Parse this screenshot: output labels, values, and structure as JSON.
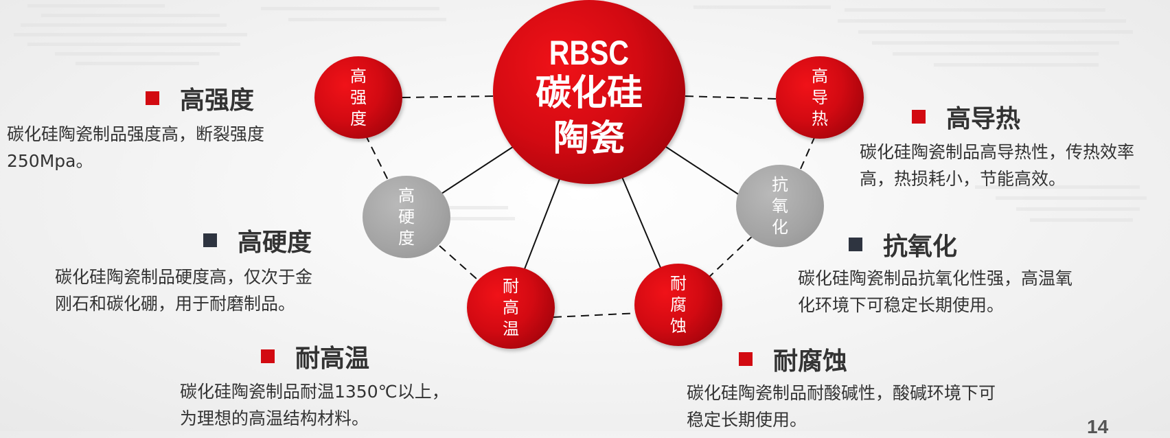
{
  "center": {
    "title_en": "RBSC",
    "title_zh": "碳化硅陶瓷"
  },
  "nodes": {
    "high_strength": "高强度",
    "high_hardness": "高硬度",
    "high_temp": "耐高温",
    "corrosion": "耐腐蚀",
    "oxidation": "抗氧化",
    "thermal": "高导热"
  },
  "features": {
    "strength": {
      "title": "高强度",
      "lines": [
        "碳化硅陶瓷制品强度高，断裂强度",
        "250Mpa。"
      ]
    },
    "hardness": {
      "title": "高硬度",
      "lines": [
        "碳化硅陶瓷制品硬度高，仅次于金",
        "刚石和碳化硼，用于耐磨制品。"
      ]
    },
    "temp": {
      "title": "耐高温",
      "lines": [
        "碳化硅陶瓷制品耐温1350℃以上，",
        "为理想的高温结构材料。"
      ]
    },
    "thermal": {
      "title": "高导热",
      "lines": [
        "碳化硅陶瓷制品高导热性，传热效率",
        "高，热损耗小，节能高效。"
      ]
    },
    "oxidation": {
      "title": "抗氧化",
      "lines": [
        "碳化硅陶瓷制品抗氧化性强，高温氧",
        "化环境下可稳定长期使用。"
      ]
    },
    "corrosion": {
      "title": "耐腐蚀",
      "lines": [
        "碳化硅陶瓷制品耐酸碱性，酸碱环境下可",
        "稳定长期使用。"
      ]
    }
  },
  "page_number": "14",
  "colors": {
    "accent_red": "#d20a11",
    "node_gray": "#a6a6a6",
    "text_dark": "#333333"
  }
}
